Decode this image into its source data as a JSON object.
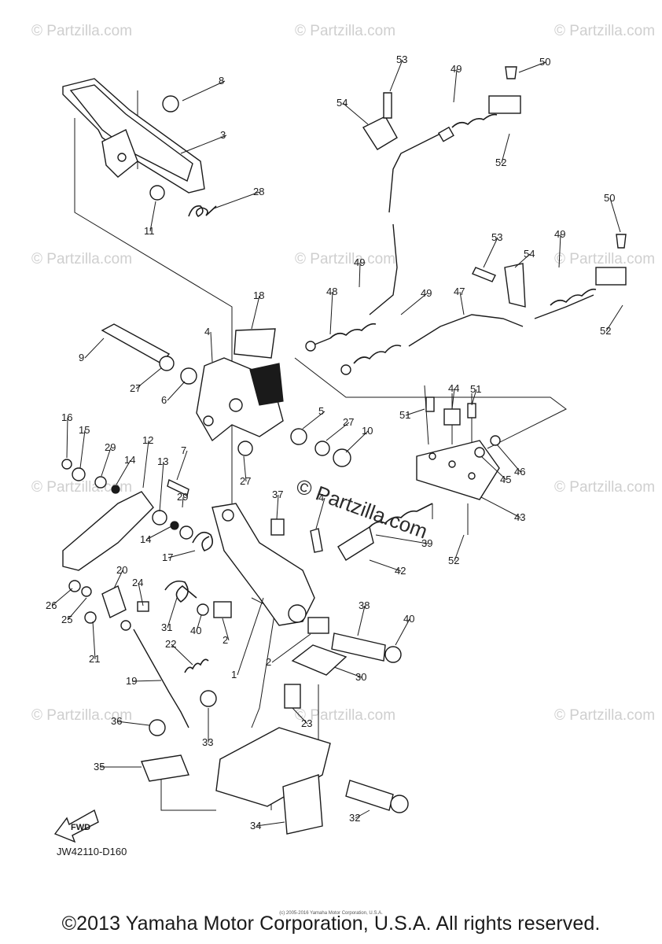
{
  "diagram": {
    "code": "JW42110-D160",
    "copyright": "©2013 Yamaha Motor Corporation, U.S.A. All rights reserved.",
    "small_copyright": "(c) 2005-2016 Yamaha Motor Corporation, U.S.A.",
    "center_watermark": "© Partzilla.com",
    "watermark": "© Partzilla.com",
    "fwd_label": "FWD",
    "callouts": [
      {
        "id": "8",
        "label": "8"
      },
      {
        "id": "3",
        "label": "3"
      },
      {
        "id": "28",
        "label": "28"
      },
      {
        "id": "11",
        "label": "11"
      },
      {
        "id": "53a",
        "label": "53"
      },
      {
        "id": "49a",
        "label": "49"
      },
      {
        "id": "50a",
        "label": "50"
      },
      {
        "id": "54a",
        "label": "54"
      },
      {
        "id": "52a",
        "label": "52"
      },
      {
        "id": "50b",
        "label": "50"
      },
      {
        "id": "53b",
        "label": "53"
      },
      {
        "id": "49b",
        "label": "49"
      },
      {
        "id": "54b",
        "label": "54"
      },
      {
        "id": "49c",
        "label": "49"
      },
      {
        "id": "48",
        "label": "48"
      },
      {
        "id": "49d",
        "label": "49"
      },
      {
        "id": "47",
        "label": "47"
      },
      {
        "id": "52b",
        "label": "52"
      },
      {
        "id": "18",
        "label": "18"
      },
      {
        "id": "4a",
        "label": "4"
      },
      {
        "id": "9",
        "label": "9"
      },
      {
        "id": "27a",
        "label": "27"
      },
      {
        "id": "6",
        "label": "6"
      },
      {
        "id": "44",
        "label": "44"
      },
      {
        "id": "51a",
        "label": "51"
      },
      {
        "id": "51b",
        "label": "51"
      },
      {
        "id": "5",
        "label": "5"
      },
      {
        "id": "27b",
        "label": "27"
      },
      {
        "id": "10",
        "label": "10"
      },
      {
        "id": "16",
        "label": "16"
      },
      {
        "id": "15",
        "label": "15"
      },
      {
        "id": "12",
        "label": "12"
      },
      {
        "id": "29a",
        "label": "29"
      },
      {
        "id": "14a",
        "label": "14"
      },
      {
        "id": "13",
        "label": "13"
      },
      {
        "id": "7",
        "label": "7"
      },
      {
        "id": "27c",
        "label": "27"
      },
      {
        "id": "45",
        "label": "45"
      },
      {
        "id": "46",
        "label": "46"
      },
      {
        "id": "29b",
        "label": "29"
      },
      {
        "id": "37",
        "label": "37"
      },
      {
        "id": "4b",
        "label": "4"
      },
      {
        "id": "43",
        "label": "43"
      },
      {
        "id": "39",
        "label": "39"
      },
      {
        "id": "14b",
        "label": "14"
      },
      {
        "id": "17",
        "label": "17"
      },
      {
        "id": "52c",
        "label": "52"
      },
      {
        "id": "42",
        "label": "42"
      },
      {
        "id": "20",
        "label": "20"
      },
      {
        "id": "24",
        "label": "24"
      },
      {
        "id": "26",
        "label": "26"
      },
      {
        "id": "25",
        "label": "25"
      },
      {
        "id": "31",
        "label": "31"
      },
      {
        "id": "40a",
        "label": "40"
      },
      {
        "id": "38",
        "label": "38"
      },
      {
        "id": "40b",
        "label": "40"
      },
      {
        "id": "21",
        "label": "21"
      },
      {
        "id": "22",
        "label": "22"
      },
      {
        "id": "2a",
        "label": "2"
      },
      {
        "id": "2b",
        "label": "2"
      },
      {
        "id": "1",
        "label": "1"
      },
      {
        "id": "30",
        "label": "30"
      },
      {
        "id": "19",
        "label": "19"
      },
      {
        "id": "36",
        "label": "36"
      },
      {
        "id": "23",
        "label": "23"
      },
      {
        "id": "33",
        "label": "33"
      },
      {
        "id": "35",
        "label": "35"
      },
      {
        "id": "32",
        "label": "32"
      },
      {
        "id": "34",
        "label": "34"
      }
    ]
  }
}
